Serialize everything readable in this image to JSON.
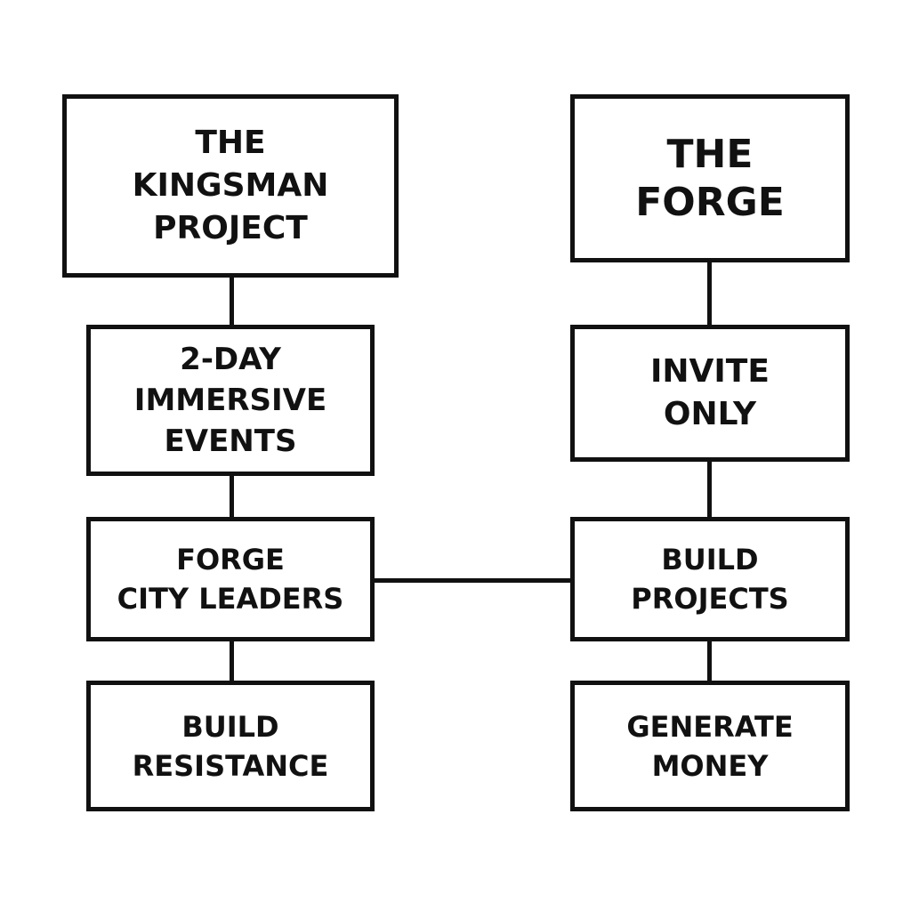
{
  "left_column": {
    "title": [
      "THE",
      "KINGSMAN",
      "PROJECT"
    ],
    "step1": [
      "2-DAY",
      "IMMERSIVE",
      "EVENTS"
    ],
    "step2": [
      "FORGE",
      "CITY LEADERS"
    ],
    "step3": [
      "BUILD",
      "RESISTANCE"
    ]
  },
  "right_column": {
    "title": [
      "THE",
      "FORGE"
    ],
    "step1": [
      "INVITE",
      "ONLY"
    ],
    "step2": [
      "BUILD",
      "PROJECTS"
    ],
    "step3": [
      "GENERATE",
      "MONEY"
    ]
  },
  "colors": {
    "stroke": "#111111",
    "background": "#ffffff"
  }
}
